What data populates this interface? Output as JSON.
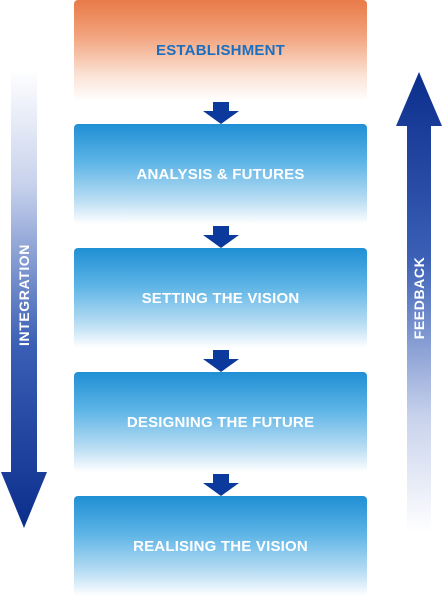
{
  "stages": [
    {
      "label": "ESTABLISHMENT"
    },
    {
      "label": "ANALYSIS & FUTURES"
    },
    {
      "label": "SETTING THE VISION"
    },
    {
      "label": "DESIGNING THE FUTURE"
    },
    {
      "label": "REALISING THE VISION"
    }
  ],
  "side_arrows": {
    "left": {
      "label": "INTEGRATION",
      "direction": "down"
    },
    "right": {
      "label": "FEEDBACK",
      "direction": "up"
    }
  },
  "colors": {
    "orange": "#e87a48",
    "blue": "#1f8fd4",
    "arrow_navy": "#0b2e8c",
    "title_blue": "#1a6fc0"
  }
}
